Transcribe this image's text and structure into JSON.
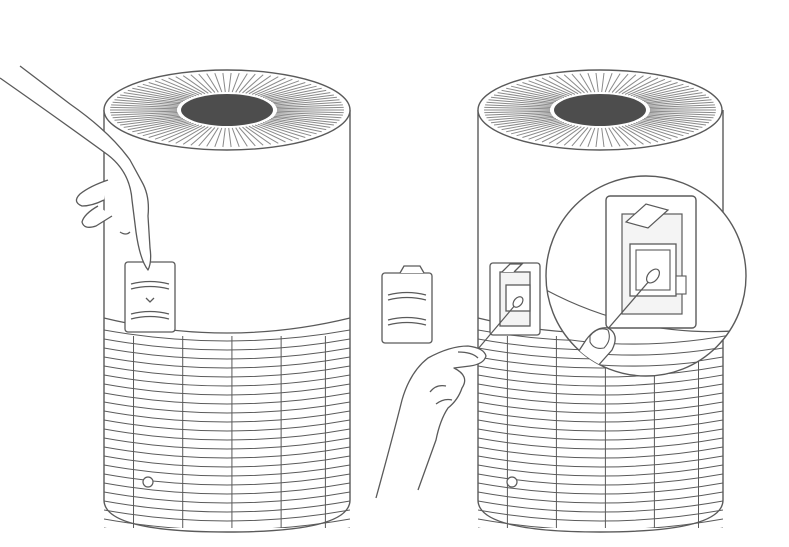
{
  "figure": {
    "panels": [
      {
        "id": "step-1",
        "action": "open-sensor-cover"
      },
      {
        "id": "step-2",
        "action": "clean-sensor-with-swab"
      }
    ]
  },
  "colors": {
    "background": "#ffffff",
    "line": "#5a5a5a",
    "fan_hole": "#4d4d4d",
    "vent_fill": "#f4f4f4"
  },
  "icons": [
    "hand-icon",
    "cotton-swab-icon",
    "magnifier-callout-icon",
    "sensor-cover-icon"
  ]
}
